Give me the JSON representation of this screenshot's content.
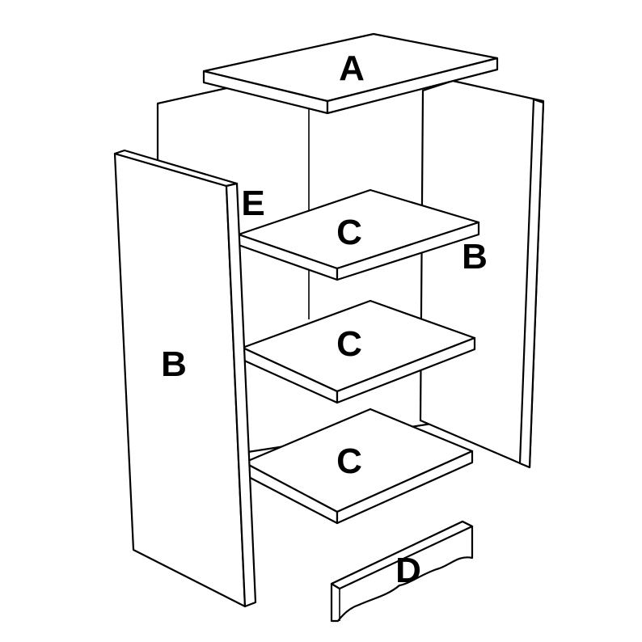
{
  "labels": {
    "top_panel": "A",
    "side_panel_right": "B",
    "side_panel_left": "B",
    "shelf_upper": "C",
    "shelf_middle": "C",
    "shelf_lower": "C",
    "plinth": "D",
    "back_panel": "E"
  }
}
